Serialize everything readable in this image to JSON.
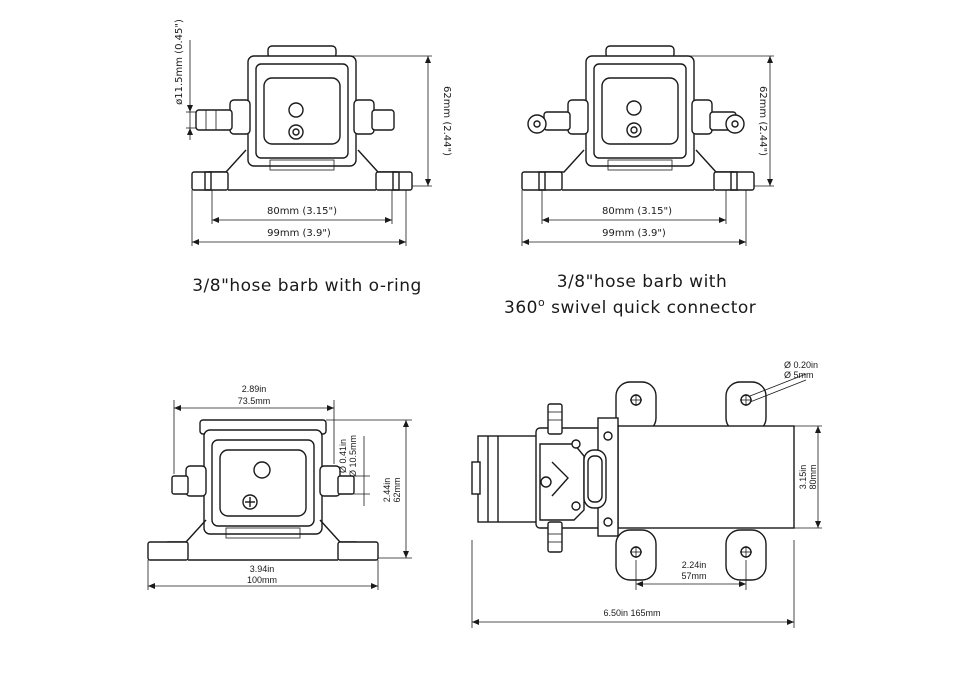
{
  "views": {
    "top_left": {
      "caption": "3/8\"hose barb with o-ring",
      "dim_width_inner": "80mm (3.15\")",
      "dim_width_outer": "99mm (3.9\")",
      "dim_height": "62mm (2.44\")",
      "dim_barb": "ø11.5mm (0.45\")"
    },
    "top_right": {
      "caption_line1": "3/8\"hose barb with",
      "caption_line2_prefix": "360",
      "caption_line2_degree": "o",
      "caption_line2_suffix": " swivel quick connector",
      "dim_width_inner": "80mm (3.15\")",
      "dim_width_outer": "99mm (3.9\")",
      "dim_height": "62mm (2.44\")"
    },
    "bottom_left": {
      "dim_top_in": "2.89in",
      "dim_top_mm": "73.5mm",
      "dim_barb_in": "Ø 0.41in",
      "dim_barb_mm": "Ø 10.5mm",
      "dim_height_in": "2.44in",
      "dim_height_mm": "62mm",
      "dim_bottom_in": "3.94in",
      "dim_bottom_mm": "100mm"
    },
    "bottom_right": {
      "dim_hole_in": "Ø 0.20in",
      "dim_hole_mm": "Ø 5mm",
      "dim_height_in": "3.15in",
      "dim_height_mm": "80mm",
      "dim_mount_in": "2.24in",
      "dim_mount_mm": "57mm",
      "dim_length": "6.50in 165mm"
    }
  }
}
